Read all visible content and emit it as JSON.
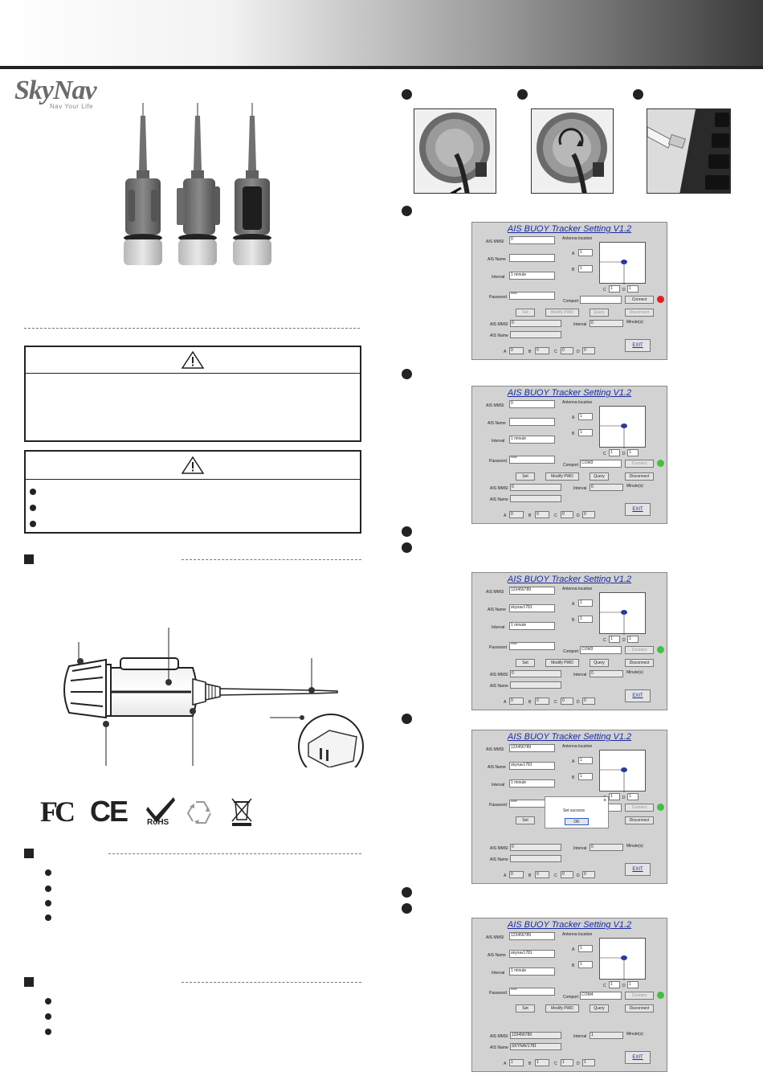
{
  "brand": {
    "name": "SkyNav",
    "tagline": "Nav Your Life"
  },
  "colors": {
    "accent_title": "#1a2aa0",
    "led_off": "#e02020",
    "led_on": "#40c040"
  },
  "icons": [
    "warning-triangle-icon",
    "fcc-icon",
    "ce-icon",
    "rohs-icon",
    "recycle-icon",
    "weee-icon"
  ],
  "compliance": {
    "fcc": "FC",
    "ce": "CE",
    "rohs": "RoHS"
  },
  "app": {
    "title": "AIS BUOY Tracker Setting  V1.2",
    "labels": {
      "ais_mmsi": "AIS MMSI",
      "ais_name": "AIS Name",
      "interval": "Interval",
      "password": "Password",
      "antenna": "Antenna location",
      "comport": "Comport",
      "minutes": "Minute(s)",
      "a": "A",
      "b": "B",
      "c": "C",
      "d": "D"
    },
    "buttons": {
      "connect": "Connect",
      "set": "Set",
      "modify": "Modify PWD",
      "query": "Query",
      "disconnect": "Disconnect",
      "exit": "EXIT"
    },
    "dialog": {
      "message": "Set success",
      "ok": "OK",
      "close": "×"
    }
  },
  "screens": [
    {
      "mmsi": "0",
      "name": "",
      "interval": "1 minute",
      "password": "****",
      "comport": "",
      "ant_a": "1",
      "ant_b": "1",
      "ant_c": "1",
      "ant_d": "1",
      "r_mmsi": "0",
      "r_name": "",
      "r_interval": "0",
      "r_a": "0",
      "r_b": "0",
      "r_c": "0",
      "r_d": "0",
      "connected": false
    },
    {
      "mmsi": "0",
      "name": "",
      "interval": "1 minute",
      "password": "****",
      "comport": "COM3",
      "ant_a": "1",
      "ant_b": "1",
      "ant_c": "1",
      "ant_d": "1",
      "r_mmsi": "0",
      "r_name": "",
      "r_interval": "0",
      "r_a": "0",
      "r_b": "0",
      "r_c": "0",
      "r_d": "0",
      "connected": true
    },
    {
      "mmsi": "123456789",
      "name": "skynav1781",
      "interval": "1 minute",
      "password": "****",
      "comport": "COM3",
      "ant_a": "1",
      "ant_b": "1",
      "ant_c": "1",
      "ant_d": "1",
      "r_mmsi": "0",
      "r_name": "",
      "r_interval": "0",
      "r_a": "0",
      "r_b": "0",
      "r_c": "0",
      "r_d": "0",
      "connected": true
    },
    {
      "mmsi": "123456789",
      "name": "skynav1781",
      "interval": "1 minute",
      "password": "****",
      "comport": "",
      "ant_a": "1",
      "ant_b": "1",
      "ant_c": "1",
      "ant_d": "1",
      "r_mmsi": "0",
      "r_name": "",
      "r_interval": "0",
      "r_a": "0",
      "r_b": "0",
      "r_c": "0",
      "r_d": "0",
      "connected": true
    },
    {
      "mmsi": "123456789",
      "name": "skynav1781",
      "interval": "1 minute",
      "password": "****",
      "comport": "COM4",
      "ant_a": "1",
      "ant_b": "1",
      "ant_c": "1",
      "ant_d": "1",
      "r_mmsi": "123456789",
      "r_name": "SKYNAV1781",
      "r_interval": "1",
      "r_a": "1",
      "r_b": "1",
      "r_c": "1",
      "r_d": "1",
      "connected": true
    }
  ]
}
